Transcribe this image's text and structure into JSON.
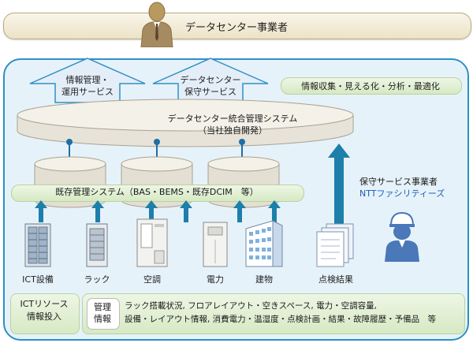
{
  "top_banner": {
    "label": "データセンター事業者"
  },
  "info_pill": {
    "label": "情報収集・見える化・分析・最適化"
  },
  "arrows": {
    "left": {
      "line1": "情報管理・",
      "line2": "運用サービス"
    },
    "right": {
      "line1": "データセンター",
      "line2": "保守サービス"
    }
  },
  "integrated_system": {
    "line1": "データセンター統合管理システム",
    "line2": "（当社独自開発）"
  },
  "legacy_system": {
    "label": "既存管理システム（BAS・BEMS・既存DCIM　等）"
  },
  "devices": [
    {
      "label": "ICT設備",
      "icon": "server-rack-icon"
    },
    {
      "label": "ラック",
      "icon": "rack-icon"
    },
    {
      "label": "空調",
      "icon": "air-conditioner-icon"
    },
    {
      "label": "電力",
      "icon": "power-unit-icon"
    },
    {
      "label": "建物",
      "icon": "building-icon"
    },
    {
      "label": "点検結果",
      "icon": "documents-icon"
    }
  ],
  "provider": {
    "line1": "保守サービス事業者",
    "line2": "NTTファシリティーズ"
  },
  "bottom": {
    "left": {
      "line1": "ICTリソース",
      "line2": "情報投入"
    },
    "tag": {
      "line1": "管理",
      "line2": "情報"
    },
    "detail": {
      "line1": "ラック搭載状況, フロアレイアウト・空きスペース, 電力・空調容量,",
      "line2": "設備・レイアウト情報, 消費電力・温湿度・点検計画・結果・故障履歴・予備品　等"
    }
  },
  "colors": {
    "panel_border": "#2f8fc4",
    "panel_fill": "#e6f2fa",
    "arrow_fill": "#e4eef8",
    "cylinder_fill": "#eae6dc",
    "connector": "#1f6fa5",
    "up_arrow": "#1d7faa",
    "provider_company": "#1f5fb5",
    "person_top": "#a68a60",
    "person_worker": "#4a78b8"
  }
}
